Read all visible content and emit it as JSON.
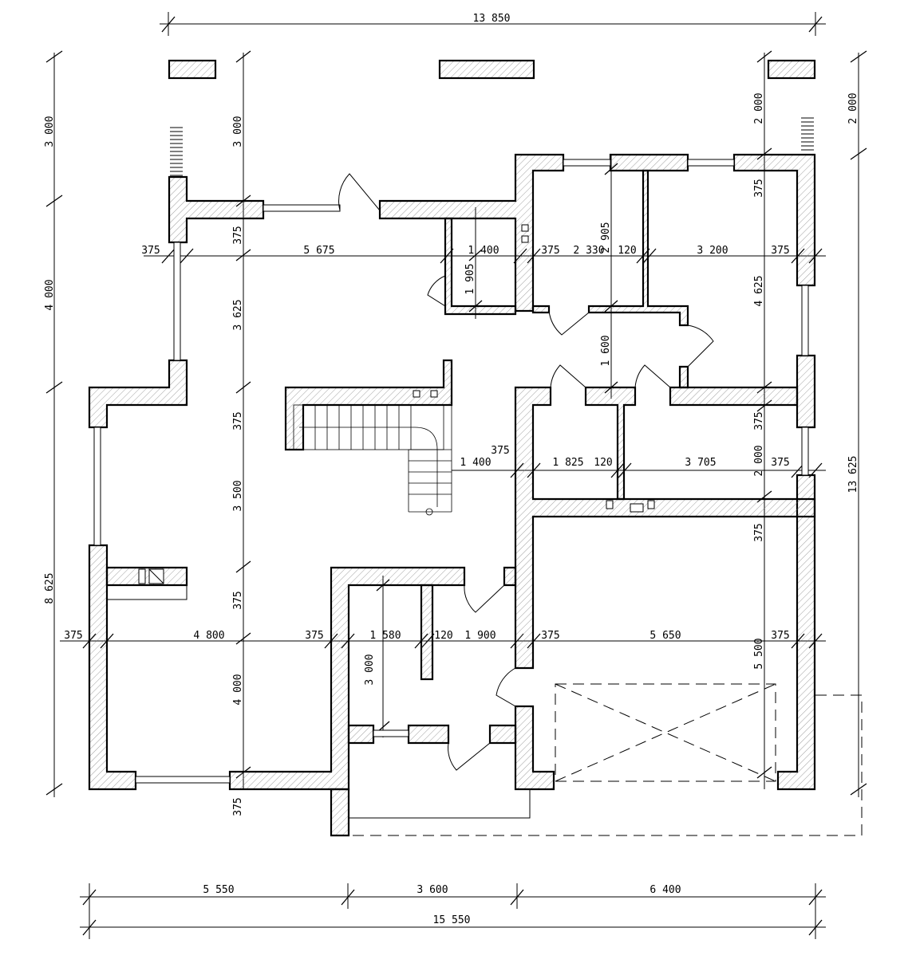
{
  "dimensions": {
    "top_overall": "13 850",
    "bottom_overall": "15 550",
    "bottom_segments": [
      "5 550",
      "3 600",
      "6 400"
    ],
    "left_outer": [
      "3 000",
      "4 000",
      "8 625"
    ],
    "right_outer": [
      "2 000",
      "13 625"
    ],
    "inner_vertical_left": [
      "3 000",
      "375",
      "3 625",
      "375",
      "3 500",
      "375",
      "4 000",
      "375"
    ],
    "inner_vertical_right": [
      "2 000",
      "375",
      "4 625",
      "375",
      "2 000",
      "375",
      "5 500"
    ],
    "hall_vertical": [
      "1 905",
      "2 905",
      "1 600",
      "3 000"
    ],
    "row_upper": [
      "375",
      "5 675",
      "1 400",
      "375",
      "2 330",
      "120",
      "3 200",
      "375"
    ],
    "row_middle": [
      "375",
      "1 400",
      "1 825",
      "120",
      "3 705",
      "375"
    ],
    "row_lower": [
      "375",
      "4 800",
      "375",
      "1 580",
      "120",
      "1 900",
      "375",
      "5 650",
      "375"
    ]
  }
}
